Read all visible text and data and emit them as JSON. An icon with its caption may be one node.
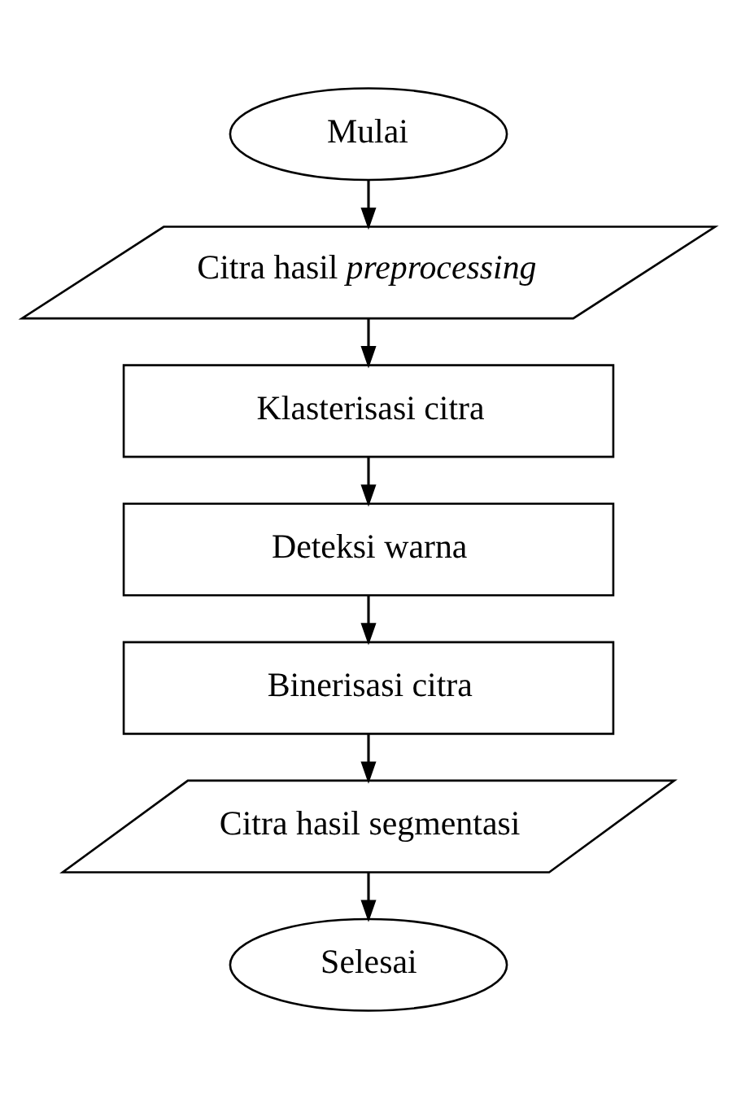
{
  "diagram": {
    "nodes": [
      {
        "text": [
          "Mulai"
        ]
      },
      {
        "text": [
          "Citra hasil *preprocessing*"
        ]
      },
      {
        "text": [
          "Klasterisasi citra"
        ]
      },
      {
        "text": [
          "Deteksi warna"
        ]
      },
      {
        "text": [
          "Binerisasi citra"
        ]
      },
      {
        "text": [
          "Citra hasil segmentasi"
        ]
      },
      {
        "text": [
          "Selesai"
        ]
      }
    ],
    "edges": [
      {
        "from": 0,
        "to": 1,
        "arrow": "to"
      },
      {
        "from": 1,
        "to": 2,
        "arrow": "to"
      },
      {
        "from": 2,
        "to": 3,
        "arrow": "to"
      },
      {
        "from": 3,
        "to": 4,
        "arrow": "to"
      },
      {
        "from": 4,
        "to": 5,
        "arrow": "to"
      },
      {
        "from": 5,
        "to": 6,
        "arrow": "to"
      }
    ]
  }
}
